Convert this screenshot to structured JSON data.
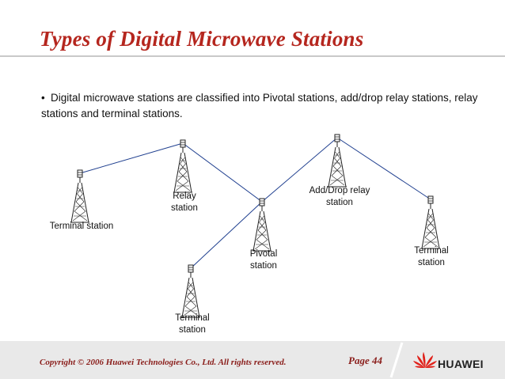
{
  "slide": {
    "title": "Types of Digital Microwave Stations",
    "bullet_marker": "•",
    "bullet_text": "Digital microwave stations are classified into Pivotal stations, add/drop relay stations, relay stations and  terminal stations."
  },
  "diagram": {
    "labels": {
      "terminal_left": "Terminal station",
      "relay": "Relay station",
      "add_drop": "Add/Drop relay station",
      "pivotal": "Pivotal station",
      "terminal_right": "Terminal station",
      "terminal_bottom": "Terminal station"
    }
  },
  "footer": {
    "copyright": "Copyright © 2006 Huawei Technologies Co., Ltd. All rights reserved.",
    "page": "Page 44",
    "brand": "HUAWEI"
  },
  "colors": {
    "title": "#b5261e",
    "link_line": "#1f3f8f",
    "footer_text": "#8a1d1a",
    "logo_red": "#e0211a"
  }
}
